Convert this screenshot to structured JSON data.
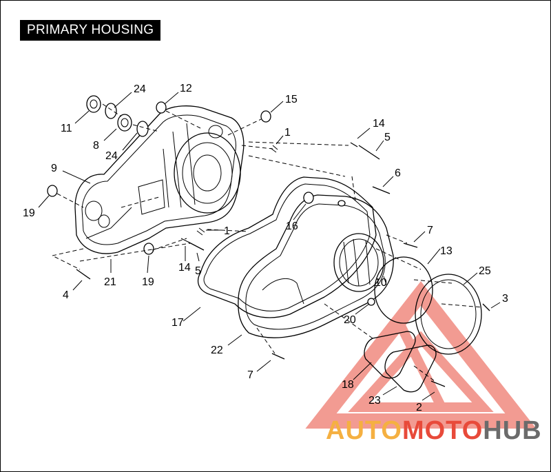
{
  "title": "PRIMARY HOUSING",
  "callouts": {
    "c24a": "24",
    "c12": "12",
    "c15": "15",
    "c11": "11",
    "c8": "8",
    "c24b": "24",
    "c1a": "1",
    "c14a": "14",
    "c5a": "5",
    "c9": "9",
    "c6": "6",
    "c19a": "19",
    "c16": "16",
    "c1b": "1",
    "c7a": "7",
    "c13": "13",
    "c25": "25",
    "c10": "10",
    "c4": "4",
    "c21": "21",
    "c19b": "19",
    "c14b": "14",
    "c5b": "5",
    "c3": "3",
    "c20": "20",
    "c17": "17",
    "c22": "22",
    "c7b": "7",
    "c18": "18",
    "c23": "23",
    "c2": "2"
  },
  "watermark": {
    "part1": "AUTO",
    "part2": "MOTO",
    "part3": "HUB",
    "color_orange": "#f5b041",
    "color_red": "#e84a3a",
    "color_gray": "#6b6b6b"
  }
}
